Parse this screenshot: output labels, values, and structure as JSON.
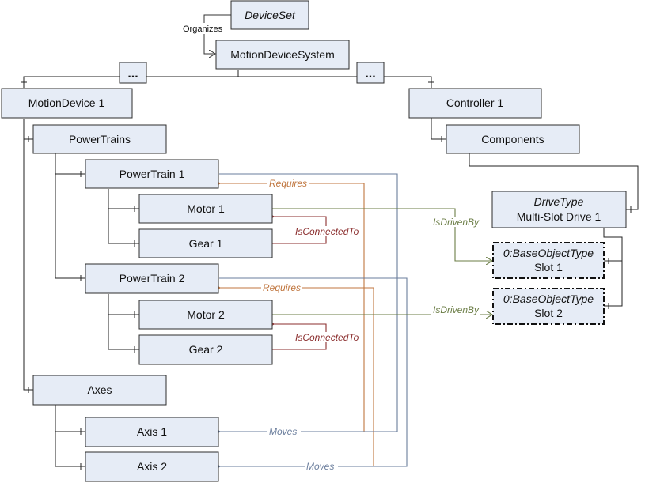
{
  "nodes": {
    "device_set": {
      "label": "DeviceSet",
      "italic": true
    },
    "motion_device_system": {
      "label": "MotionDeviceSystem"
    },
    "ellipsis_left": {
      "label": "..."
    },
    "ellipsis_right": {
      "label": "..."
    },
    "motion_device_1": {
      "label": "MotionDevice 1"
    },
    "controller_1": {
      "label": "Controller 1"
    },
    "components": {
      "label": "Components"
    },
    "power_trains": {
      "label": "PowerTrains"
    },
    "power_train_1": {
      "label": "PowerTrain 1"
    },
    "motor_1": {
      "label": "Motor 1"
    },
    "gear_1": {
      "label": "Gear 1"
    },
    "power_train_2": {
      "label": "PowerTrain 2"
    },
    "motor_2": {
      "label": "Motor 2"
    },
    "gear_2": {
      "label": "Gear 2"
    },
    "axes": {
      "label": "Axes"
    },
    "axis_1": {
      "label": "Axis 1"
    },
    "axis_2": {
      "label": "Axis 2"
    },
    "drive": {
      "type_label": "DriveType",
      "label": "Multi-Slot Drive 1"
    },
    "slot_1": {
      "type_label": "0:BaseObjectType",
      "label": "Slot 1"
    },
    "slot_2": {
      "type_label": "0:BaseObjectType",
      "label": "Slot 2"
    }
  },
  "references": {
    "organizes": "Organizes",
    "requires_1": "Requires",
    "requires_2": "Requires",
    "is_connected_to_1": "IsConnectedTo",
    "is_connected_to_2": "IsConnectedTo",
    "is_driven_by_1": "IsDrivenBy",
    "is_driven_by_2": "IsDrivenBy",
    "moves_1": "Moves",
    "moves_2": "Moves"
  },
  "colors": {
    "node_fill": "#e6ecf6",
    "requires": "#c0763f",
    "is_connected_to": "#8b2e2e",
    "is_driven_by": "#6b7d46",
    "moves": "#6a7d9c"
  }
}
